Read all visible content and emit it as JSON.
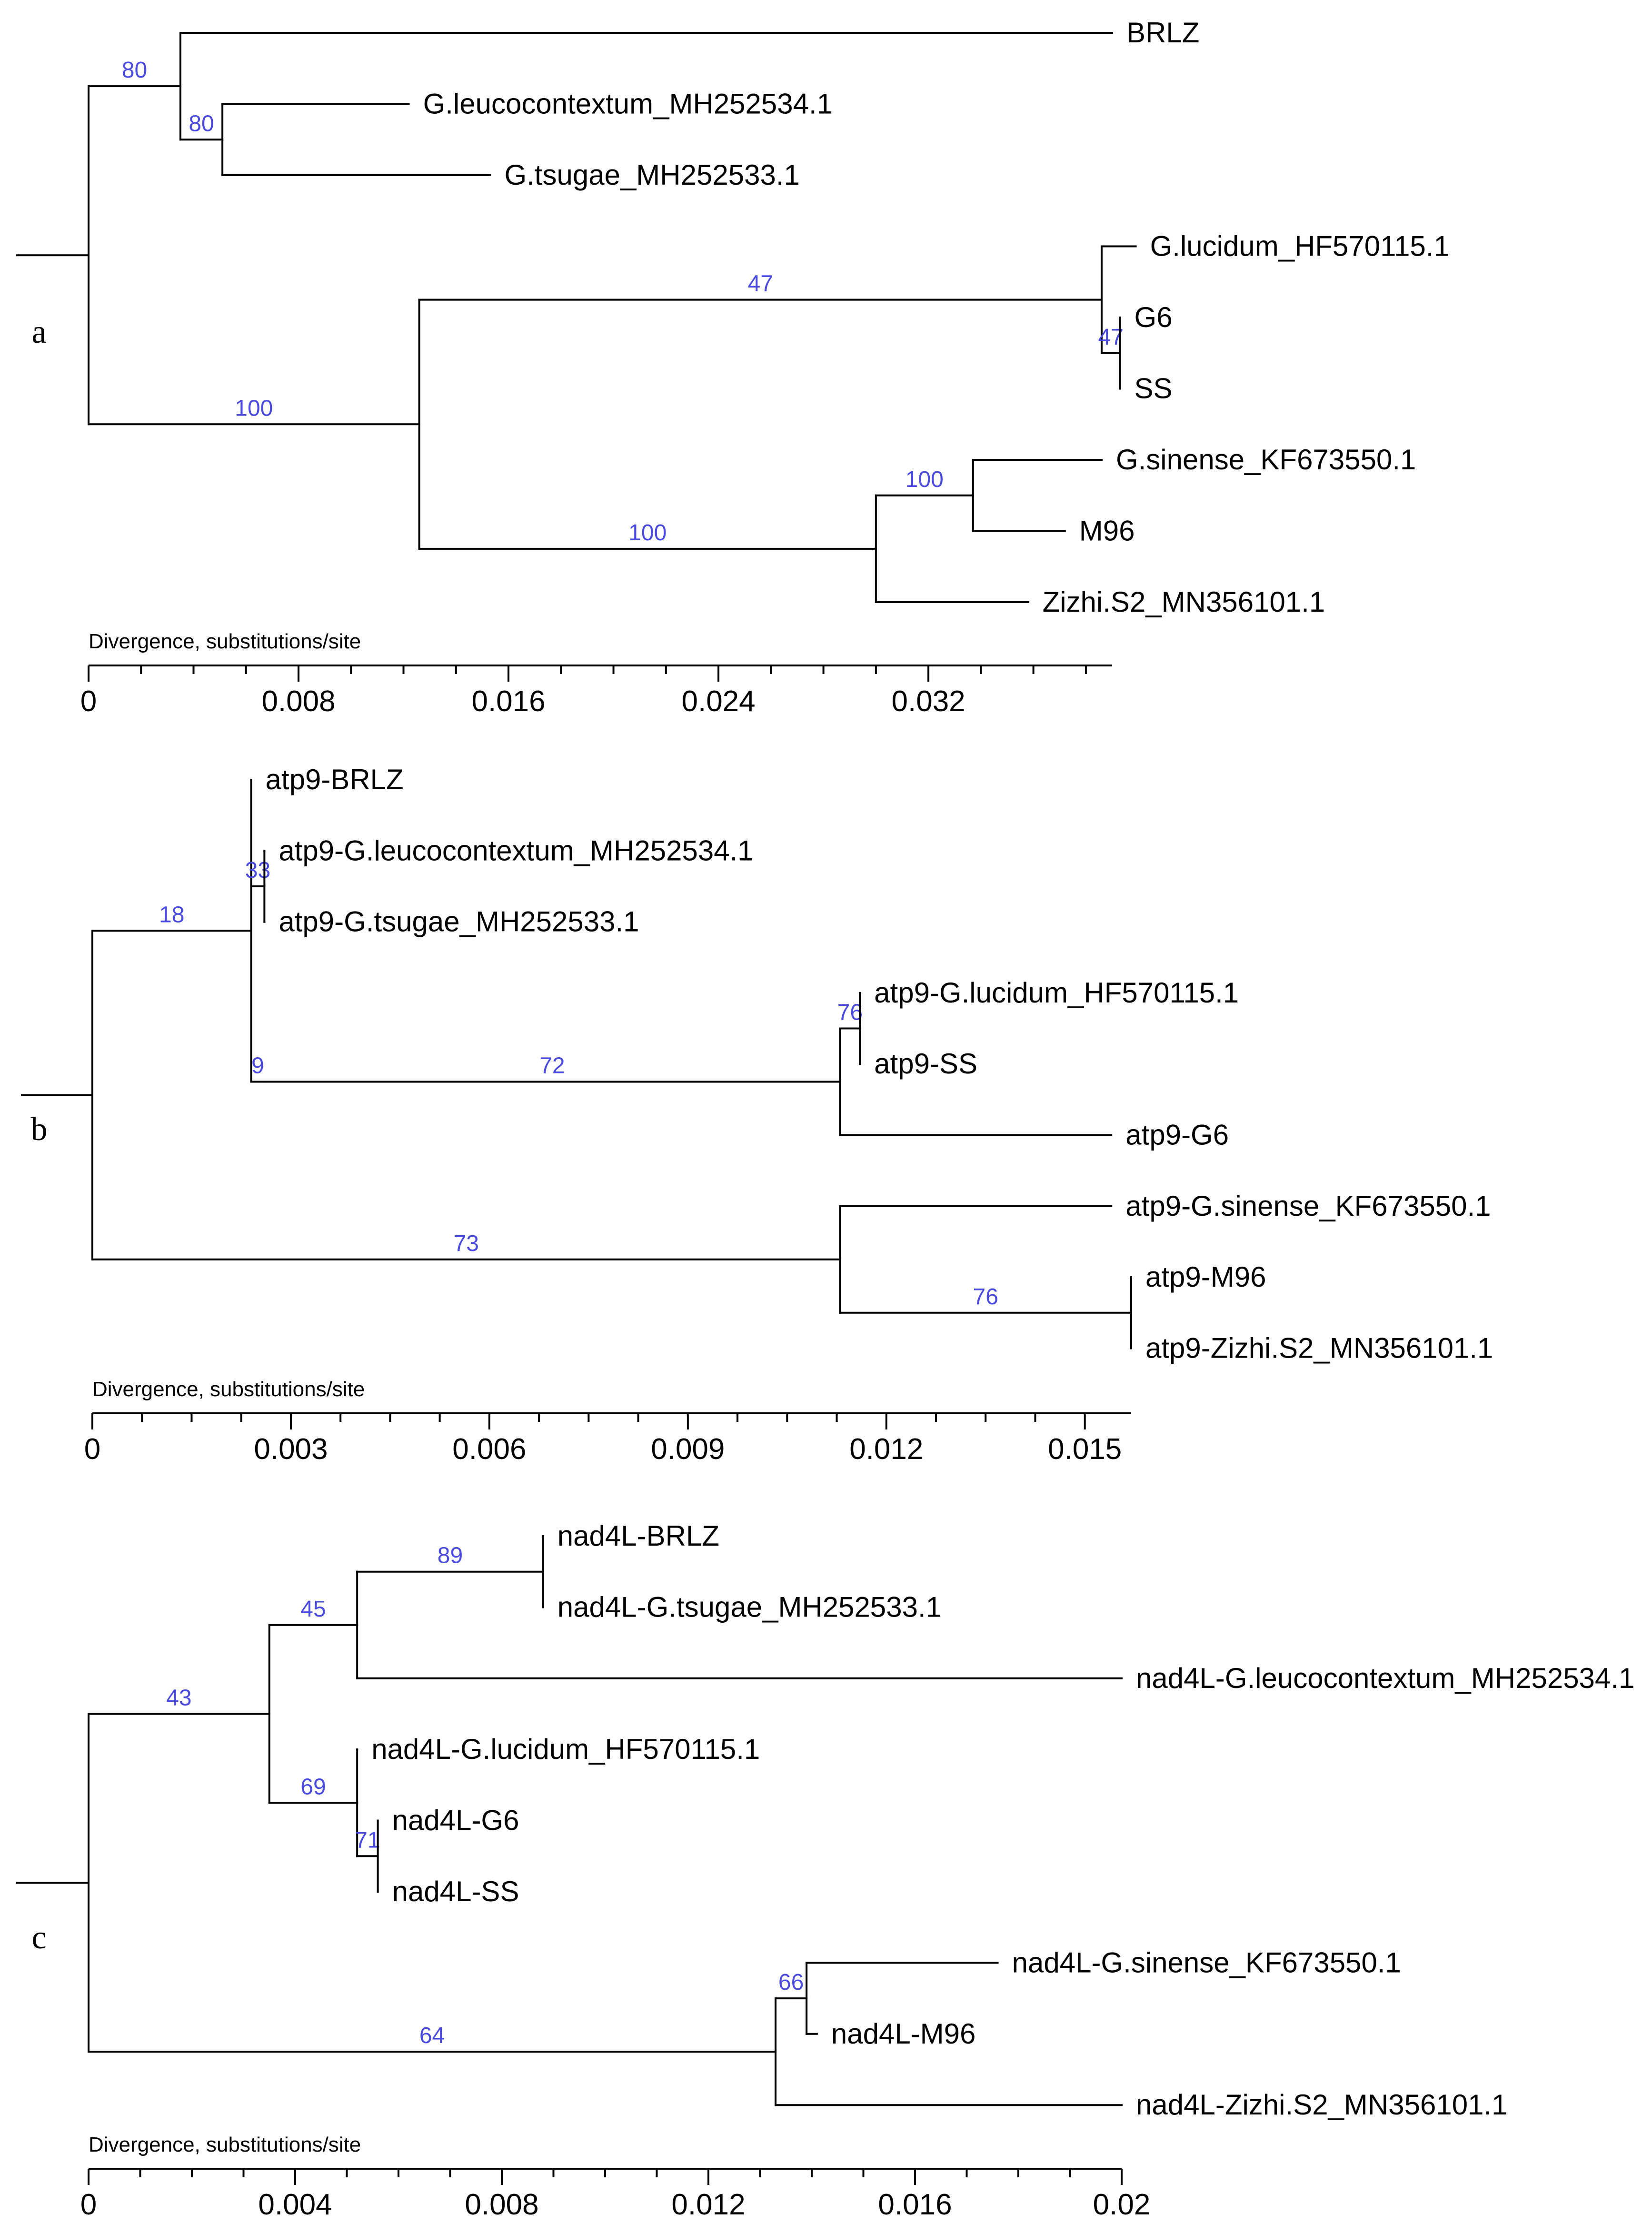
{
  "colors": {
    "branch": "#000000",
    "bootstrap": "#4a4ade",
    "text": "#000000"
  },
  "panels": [
    {
      "label": "a",
      "axis_title": "Divergence, substitutions/site",
      "axis_max": 0.039,
      "ticks": [
        0,
        0.008,
        0.016,
        0.024,
        0.032
      ],
      "tick_labels": [
        "0",
        "0.008",
        "0.016",
        "0.024",
        "0.032"
      ],
      "minor_per_major": 4,
      "tree": {
        "x": 0,
        "children": [
          {
            "x": 0.0035,
            "boot": "80",
            "children": [
              {
                "x": 0.039,
                "name": "BRLZ"
              },
              {
                "x": 0.0051,
                "boot": "80",
                "children": [
                  {
                    "x": 0.0122,
                    "name": "G.leucocontextum_MH252534.1"
                  },
                  {
                    "x": 0.0153,
                    "name": "G.tsugae_MH252533.1"
                  }
                ]
              }
            ]
          },
          {
            "x": 0.0126,
            "boot": "100",
            "children": [
              {
                "x": 0.0386,
                "boot": "47",
                "children": [
                  {
                    "x": 0.0399,
                    "name": "G.lucidum_HF570115.1"
                  },
                  {
                    "x": 0.0393,
                    "boot": "47",
                    "children": [
                      {
                        "x": 0.0393,
                        "name": "G6"
                      },
                      {
                        "x": 0.0393,
                        "name": "SS"
                      }
                    ]
                  }
                ]
              },
              {
                "x": 0.03,
                "boot": "100",
                "children": [
                  {
                    "x": 0.0337,
                    "boot": "100",
                    "children": [
                      {
                        "x": 0.0386,
                        "name": "G.sinense_KF673550.1"
                      },
                      {
                        "x": 0.0372,
                        "name": "M96"
                      }
                    ]
                  },
                  {
                    "x": 0.0358,
                    "name": "Zizhi.S2_MN356101.1"
                  }
                ]
              }
            ]
          }
        ]
      }
    },
    {
      "label": "b",
      "axis_title": "Divergence, substitutions/site",
      "axis_max": 0.0157,
      "ticks": [
        0,
        0.003,
        0.006,
        0.009,
        0.012,
        0.015
      ],
      "tick_labels": [
        "0",
        "0.003",
        "0.006",
        "0.009",
        "0.012",
        "0.015"
      ],
      "minor_per_major": 4,
      "tree": {
        "x": 0,
        "children": [
          {
            "x": 0.0024,
            "boot": "18",
            "children": [
              {
                "x": 0.0024,
                "name": "atp9-BRLZ"
              },
              {
                "x": 0.0026,
                "boot": "33",
                "children": [
                  {
                    "x": 0.0026,
                    "name": "atp9-G.leucocontextum_MH252534.1"
                  },
                  {
                    "x": 0.0026,
                    "name": "atp9-G.tsugae_MH252533.1"
                  }
                ]
              },
              {
                "x": 0.0026,
                "boot": "9",
                "children": [
                  {
                    "x": 0.0113,
                    "boot": "72",
                    "children": [
                      {
                        "x": 0.0116,
                        "boot": "76",
                        "children": [
                          {
                            "x": 0.0116,
                            "name": "atp9-G.lucidum_HF570115.1"
                          },
                          {
                            "x": 0.0116,
                            "name": "atp9-SS"
                          }
                        ]
                      },
                      {
                        "x": 0.0154,
                        "name": "atp9-G6"
                      }
                    ]
                  }
                ]
              }
            ]
          },
          {
            "x": 0.0113,
            "boot": "73",
            "children": [
              {
                "x": 0.0154,
                "name": "atp9-G.sinense_KF673550.1"
              },
              {
                "x": 0.0157,
                "boot": "76",
                "children": [
                  {
                    "x": 0.0157,
                    "name": "atp9-M96"
                  },
                  {
                    "x": 0.0157,
                    "name": "atp9-Zizhi.S2_MN356101.1"
                  }
                ]
              }
            ]
          }
        ]
      }
    },
    {
      "label": "c",
      "axis_title": "Divergence, substitutions/site",
      "axis_max": 0.02,
      "ticks": [
        0,
        0.004,
        0.008,
        0.012,
        0.016,
        0.02
      ],
      "tick_labels": [
        "0",
        "0.004",
        "0.008",
        "0.012",
        "0.016",
        "0.02"
      ],
      "minor_per_major": 4,
      "tree": {
        "x": 0,
        "children": [
          {
            "x": 0.0035,
            "boot": "43",
            "children": [
              {
                "x": 0.0052,
                "boot": "45",
                "children": [
                  {
                    "x": 0.0088,
                    "boot": "89",
                    "children": [
                      {
                        "x": 0.0088,
                        "name": "nad4L-BRLZ"
                      },
                      {
                        "x": 0.0088,
                        "name": "nad4L-G.tsugae_MH252533.1"
                      }
                    ]
                  },
                  {
                    "x": 0.02,
                    "name": "nad4L-G.leucocontextum_MH252534.1"
                  }
                ]
              },
              {
                "x": 0.0052,
                "boot": "69",
                "children": [
                  {
                    "x": 0.0052,
                    "name": "nad4L-G.lucidum_HF570115.1"
                  },
                  {
                    "x": 0.0056,
                    "boot": "71",
                    "children": [
                      {
                        "x": 0.0056,
                        "name": "nad4L-G6"
                      },
                      {
                        "x": 0.0056,
                        "name": "nad4L-SS"
                      }
                    ]
                  }
                ]
              }
            ]
          },
          {
            "x": 0.0133,
            "boot": "64",
            "children": [
              {
                "x": 0.0139,
                "boot": "66",
                "children": [
                  {
                    "x": 0.0176,
                    "name": "nad4L-G.sinense_KF673550.1"
                  },
                  {
                    "x": 0.0141,
                    "name": "nad4L-M96"
                  }
                ]
              },
              {
                "x": 0.02,
                "name": "nad4L-Zizhi.S2_MN356101.1"
              }
            ]
          }
        ]
      }
    }
  ]
}
